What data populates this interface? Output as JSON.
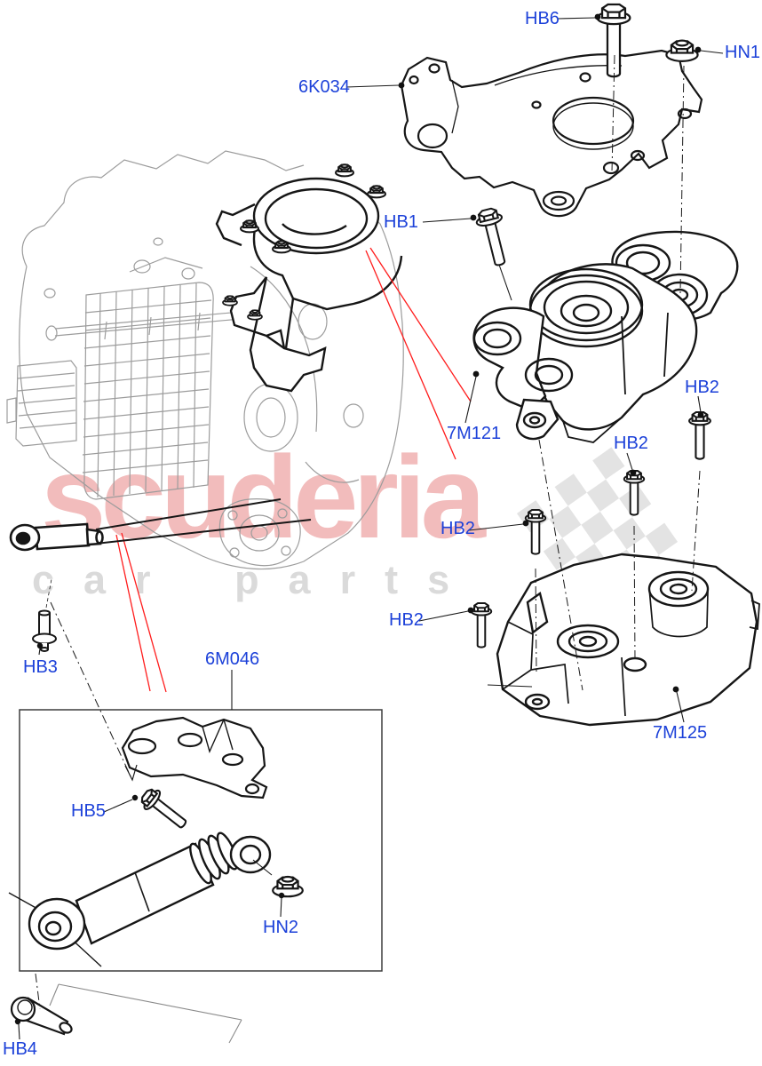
{
  "watermark": {
    "brand": "scuderia",
    "tagline": "car parts"
  },
  "colors": {
    "label_blue": "#1c41d9",
    "line_black": "#161616",
    "engine_gray": "#9c9c9c",
    "red_leader": "#ff1c1c",
    "flag_gray": "#e3e3e3",
    "brand_pink": "#f2bcbc",
    "tagline_gray": "#dadada"
  },
  "labels": [
    {
      "id": "hb6",
      "text": "HB6"
    },
    {
      "id": "hn1",
      "text": "HN1"
    },
    {
      "id": "6k034",
      "text": "6K034"
    },
    {
      "id": "hb1",
      "text": "HB1"
    },
    {
      "id": "7m121",
      "text": "7M121"
    },
    {
      "id": "hb2-right",
      "text": "HB2"
    },
    {
      "id": "hb2-middle",
      "text": "HB2"
    },
    {
      "id": "hb2-left",
      "text": "HB2"
    },
    {
      "id": "hb2-lower",
      "text": "HB2"
    },
    {
      "id": "hb3",
      "text": "HB3"
    },
    {
      "id": "6m046",
      "text": "6M046"
    },
    {
      "id": "hb5",
      "text": "HB5"
    },
    {
      "id": "hn2",
      "text": "HN2"
    },
    {
      "id": "hb4",
      "text": "HB4"
    },
    {
      "id": "7m125",
      "text": "7M125"
    }
  ]
}
